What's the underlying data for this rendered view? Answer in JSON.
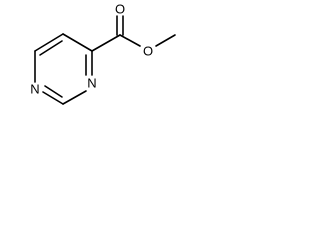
{
  "molecule": {
    "atoms": {
      "nitrogen_top": "N",
      "nitrogen_bottom": "N",
      "oxygen_carbonyl": "O",
      "oxygen_ester": "O"
    },
    "colors": {
      "bond": "#000000",
      "label": "#000000",
      "background": "#ffffff"
    }
  }
}
